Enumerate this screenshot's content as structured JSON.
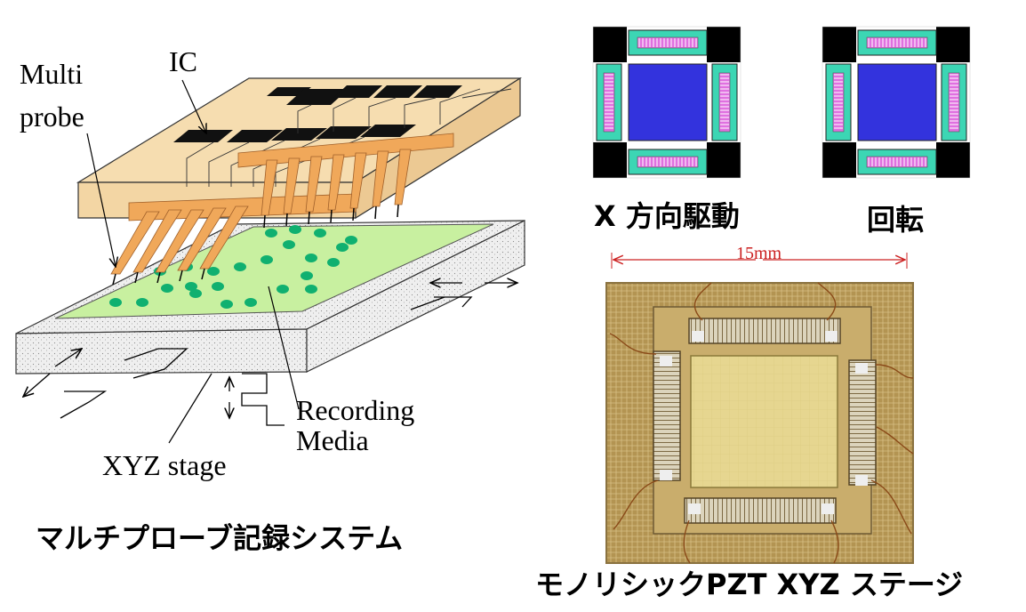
{
  "left_diagram": {
    "labels": {
      "multi_line1": "Multi",
      "multi_line2": "probe",
      "ic": "IC",
      "recording_line1": "Recording",
      "recording_line2": "Media",
      "xyz_stage": "XYZ stage"
    },
    "caption": "マルチプローブ記録システム",
    "colors": {
      "head": "#f6ddb0",
      "probe": "#f0a85a",
      "chip": "#1a1a1a",
      "media": "#c8f0a0",
      "dot": "#10b070",
      "stage": "#eeeeee"
    }
  },
  "stage_diagrams": {
    "x_drive_label": "X 方向駆動",
    "rotation_label": "回転",
    "colors": {
      "frame": "#3cd6b4",
      "center": "#3333dd",
      "actuator": "#e070e0",
      "anchor": "#000000"
    }
  },
  "photo": {
    "scale_label": "15mm",
    "caption": "モノリシックPZT XYZ ステージ",
    "colors": {
      "substrate": "#b89a5c",
      "center": "#e4d48a",
      "scale": "#cc2222"
    }
  }
}
